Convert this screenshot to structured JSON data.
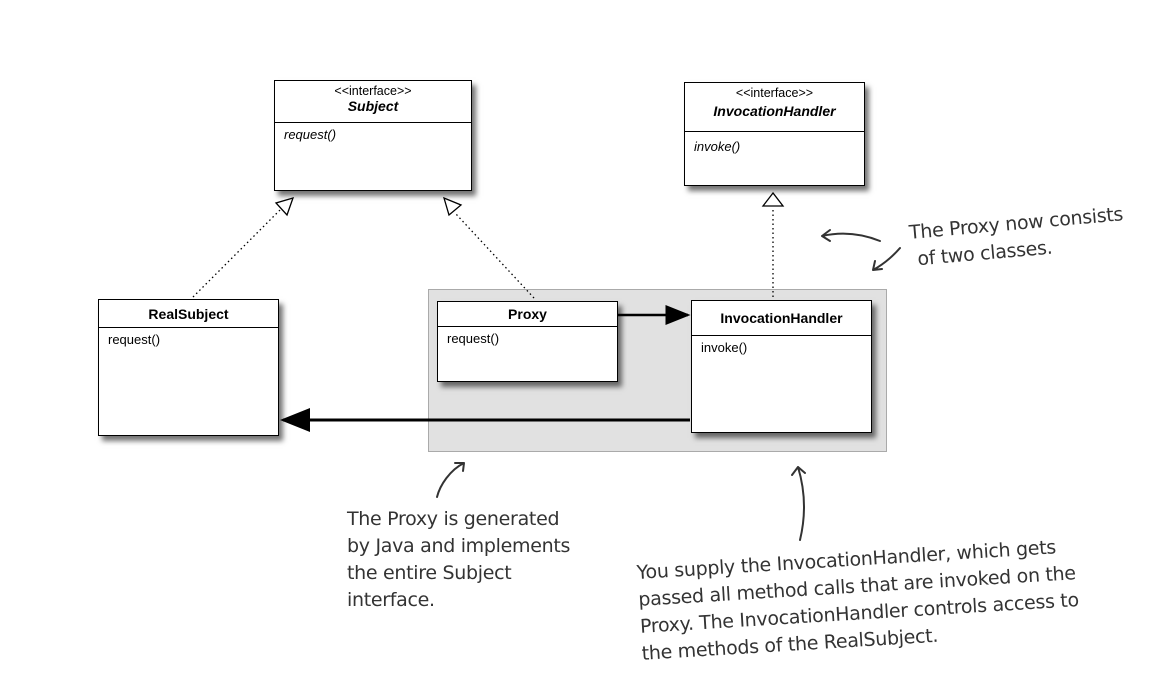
{
  "subject": {
    "stereotype": "<<interface>>",
    "name": "Subject",
    "operation": "request()"
  },
  "invocation_handler_interface": {
    "stereotype": "<<interface>>",
    "name": "InvocationHandler",
    "operation": "invoke()"
  },
  "real_subject": {
    "name": "RealSubject",
    "operation": "request()"
  },
  "proxy": {
    "name": "Proxy",
    "operation": "request()"
  },
  "invocation_handler": {
    "name": "InvocationHandler",
    "operation": "invoke()"
  },
  "notes": {
    "two_classes": [
      "The Proxy now consists",
      "of two classes."
    ],
    "generated": [
      "The Proxy is generated",
      "by Java and implements",
      "the entire Subject",
      "interface."
    ],
    "supply": [
      "You supply the InvocationHandler, which gets",
      "passed all method calls that are invoked on the",
      "Proxy.  The InvocationHandler controls access to",
      "the methods of the RealSubject."
    ]
  }
}
